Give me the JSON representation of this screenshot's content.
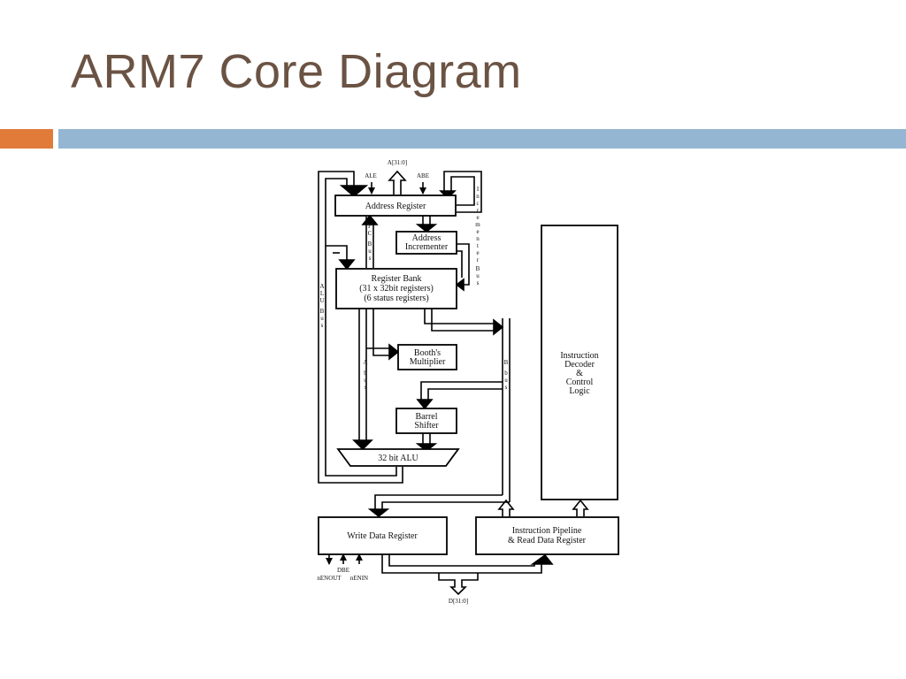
{
  "slide": {
    "title": "ARM7 Core Diagram"
  },
  "colors": {
    "title": "#6b5344",
    "accent_orange": "#e07b3a",
    "accent_blue": "#94b6d2"
  },
  "diagram": {
    "signals": {
      "addr_bus": "A[31:0]",
      "ale": "ALE",
      "abe": "ABE",
      "data_bus": "D[31:0]",
      "nenout": "nENOUT",
      "dbe": "DBE",
      "nenin": "nENIN"
    },
    "blocks": {
      "address_register": "Address Register",
      "address_incrementer": [
        "Address",
        "Incrementer"
      ],
      "register_bank": [
        "Register Bank",
        "(31 x 32bit registers)",
        "(6 status registers)"
      ],
      "booths_multiplier": [
        "Booth's",
        "Multiplier"
      ],
      "barrel_shifter": [
        "Barrel",
        "Shifter"
      ],
      "alu": "32 bit ALU",
      "write_data_register": "Write Data Register",
      "instruction_pipeline": [
        "Instruction Pipeline",
        "& Read Data Register"
      ],
      "instruction_decoder": [
        "Instruction",
        "Decoder",
        "&",
        "Control",
        "Logic"
      ]
    },
    "bus_labels": {
      "alu_bus": [
        "A",
        "L",
        "U",
        "B",
        "u",
        "s"
      ],
      "pc_bus": [
        "P",
        "C",
        "B",
        "u",
        "s"
      ],
      "incrementer_bus": [
        "I",
        "n",
        "c",
        "r",
        "e",
        "m",
        "e",
        "n",
        "t",
        "e",
        "r",
        "B",
        "u",
        "s"
      ],
      "a_bus": [
        "A",
        "b",
        "u",
        "s"
      ],
      "b_bus": [
        "B",
        "b",
        "u",
        "s"
      ]
    }
  }
}
